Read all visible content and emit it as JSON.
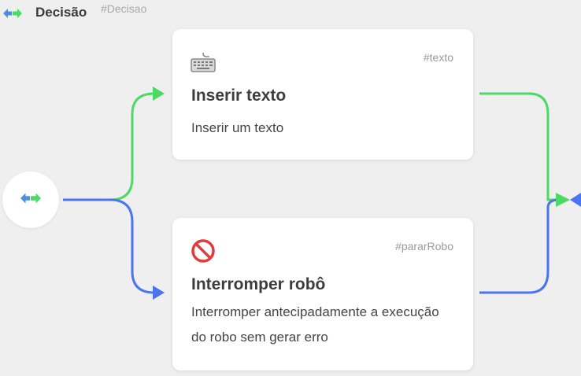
{
  "header": {
    "title": "Decisão",
    "tag": "#Decisao",
    "icon": "decision-arrows-icon"
  },
  "start_node": {
    "icon": "decision-arrows-icon"
  },
  "cards": [
    {
      "icon": "keyboard-icon",
      "tag": "#texto",
      "title": "Inserir texto",
      "description": "Inserir um texto",
      "branch_color": "#4cd964"
    },
    {
      "icon": "stop-sign-icon",
      "tag": "#pararRobo",
      "title": "Interromper robô",
      "description": "Interromper antecipadamente a execução do robo sem gerar erro",
      "branch_color": "#4a74f0"
    }
  ],
  "colors": {
    "green": "#4cd964",
    "blue": "#4a74f0",
    "background": "#efefef",
    "card": "#ffffff",
    "stop_red": "#e23b3b"
  }
}
